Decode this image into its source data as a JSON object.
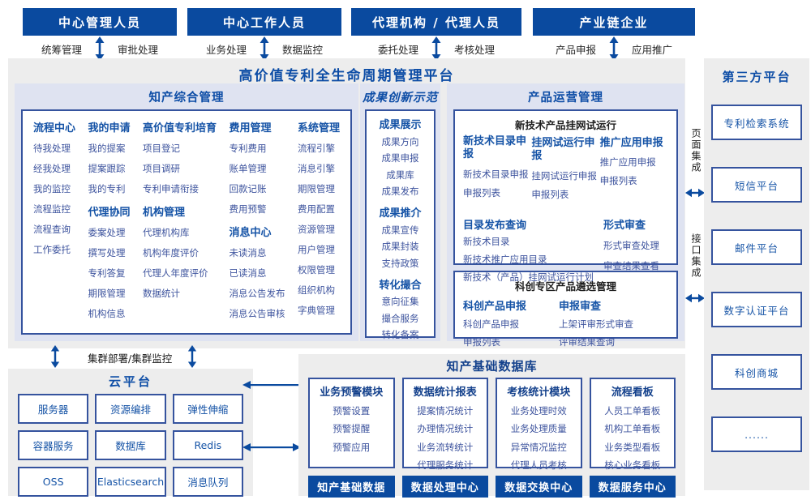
{
  "colors": {
    "accent": "#0a4a9f",
    "border": "#35539e",
    "section_bg": "#dfe3f1",
    "panel_bg": "#ededed",
    "header_blue": "#1553a6",
    "item_blue": "#3e549e"
  },
  "title": "高价值专利全生命周期管理平台",
  "actors": [
    {
      "name": "中心管理人员",
      "roles": [
        "统筹管理",
        "审批处理"
      ]
    },
    {
      "name": "中心工作人员",
      "roles": [
        "业务处理",
        "数据监控"
      ]
    },
    {
      "name": "代理机构 / 代理人员",
      "roles": [
        "委托处理",
        "考核处理"
      ]
    },
    {
      "name": "产业链企业",
      "roles": [
        "产品申报",
        "应用推广"
      ]
    }
  ],
  "sections": {
    "zhichan": {
      "title": "知产综合管理",
      "columns": [
        {
          "groups": [
            {
              "header": "流程中心",
              "items": [
                "待我处理",
                "经我处理",
                "我的监控",
                "流程监控",
                "流程查询",
                "工作委托"
              ]
            }
          ]
        },
        {
          "groups": [
            {
              "header": "我的申请",
              "items": [
                "我的提案",
                "提案跟踪",
                "我的专利"
              ]
            },
            {
              "header": "代理协同",
              "items": [
                "委案处理",
                "撰写处理",
                "专利答复",
                "期限管理",
                "机构信息"
              ]
            }
          ]
        },
        {
          "groups": [
            {
              "header": "高价值专利培育",
              "items": [
                "项目登记",
                "项目调研",
                "专利申请衔接"
              ]
            },
            {
              "header": "机构管理",
              "items": [
                "代理机构库",
                "机构年度评价",
                "代理人年度评价",
                "数据统计"
              ]
            }
          ]
        },
        {
          "groups": [
            {
              "header": "费用管理",
              "items": [
                "专利费用",
                "账单管理",
                "回款记账",
                "费用预警"
              ]
            },
            {
              "header": "消息中心",
              "items": [
                "未读消息",
                "已读消息",
                "消息公告发布",
                "消息公告审核"
              ]
            }
          ]
        },
        {
          "groups": [
            {
              "header": "系统管理",
              "items": [
                "流程引擎",
                "消息引擎",
                "期限管理",
                "费用配置",
                "资源管理",
                "用户管理",
                "权限管理",
                "组织机构",
                "字典管理"
              ]
            }
          ]
        }
      ]
    },
    "chengguo": {
      "title": "成果创新示范",
      "groups": [
        {
          "header": "成果展示",
          "items": [
            "成果方向",
            "成果申报",
            "成果库",
            "成果发布"
          ]
        },
        {
          "header": "成果推介",
          "items": [
            "成果宣传",
            "成果封装",
            "支持政策"
          ]
        },
        {
          "header": "转化撮合",
          "items": [
            "意向征集",
            "撮合服务",
            "转化备案"
          ]
        }
      ]
    },
    "chanpin": {
      "title": "产品运营管理",
      "box1": {
        "title": "新技术产品挂网试运行",
        "row1": [
          {
            "header": "新技术目录申报",
            "items": [
              "新技术目录申报",
              "申报列表"
            ]
          },
          {
            "header": "挂网试运行申报",
            "items": [
              "挂网试运行申报",
              "申报列表"
            ]
          },
          {
            "header": "推广应用申报",
            "items": [
              "推广应用申报",
              "申报列表"
            ]
          }
        ],
        "row2": [
          {
            "header": "目录发布查询",
            "items": [
              "新技术目录",
              "新技术推广应用目录",
              "新技术（产品）挂网试运行计划"
            ]
          },
          {
            "header": "形式审查",
            "items": [
              "形式审查处理",
              "审查结果查看"
            ]
          }
        ]
      },
      "box2": {
        "title": "科创专区产品遴选管理",
        "groups": [
          {
            "header": "科创产品申报",
            "items": [
              "科创产品申报",
              "申报列表"
            ]
          },
          {
            "header": "申报审查",
            "items": [
              "上架评审形式审查",
              "评审结果查询"
            ]
          }
        ]
      }
    }
  },
  "integration": {
    "page": "页面集成",
    "api": "接口集成"
  },
  "third_party": {
    "title": "第三方平台",
    "items": [
      "专利检索系统",
      "短信平台",
      "邮件平台",
      "数字认证平台",
      "科创商城",
      "......"
    ]
  },
  "cluster_label": "集群部署/集群监控",
  "cloud": {
    "title": "云平台",
    "items": [
      "服务器",
      "资源编排",
      "弹性伸缩",
      "容器服务",
      "数据库",
      "Redis",
      "OSS",
      "Elasticsearch",
      "消息队列"
    ]
  },
  "database": {
    "title": "知产基础数据库",
    "modules": [
      {
        "header": "业务预警模块",
        "items": [
          "预警设置",
          "预警提醒",
          "预警应用"
        ]
      },
      {
        "header": "数据统计报表",
        "items": [
          "提案情况统计",
          "办理情况统计",
          "业务流转统计",
          "代理服务统计"
        ]
      },
      {
        "header": "考核统计模块",
        "items": [
          "业务处理时效",
          "业务处理质量",
          "异常情况监控",
          "代理人员考核"
        ]
      },
      {
        "header": "流程看板",
        "items": [
          "人员工单看板",
          "机构工单看板",
          "业务类型看板",
          "核心业务看板"
        ]
      }
    ],
    "footer": [
      "知产基础数据",
      "数据处理中心",
      "数据交换中心",
      "数据服务中心"
    ]
  }
}
